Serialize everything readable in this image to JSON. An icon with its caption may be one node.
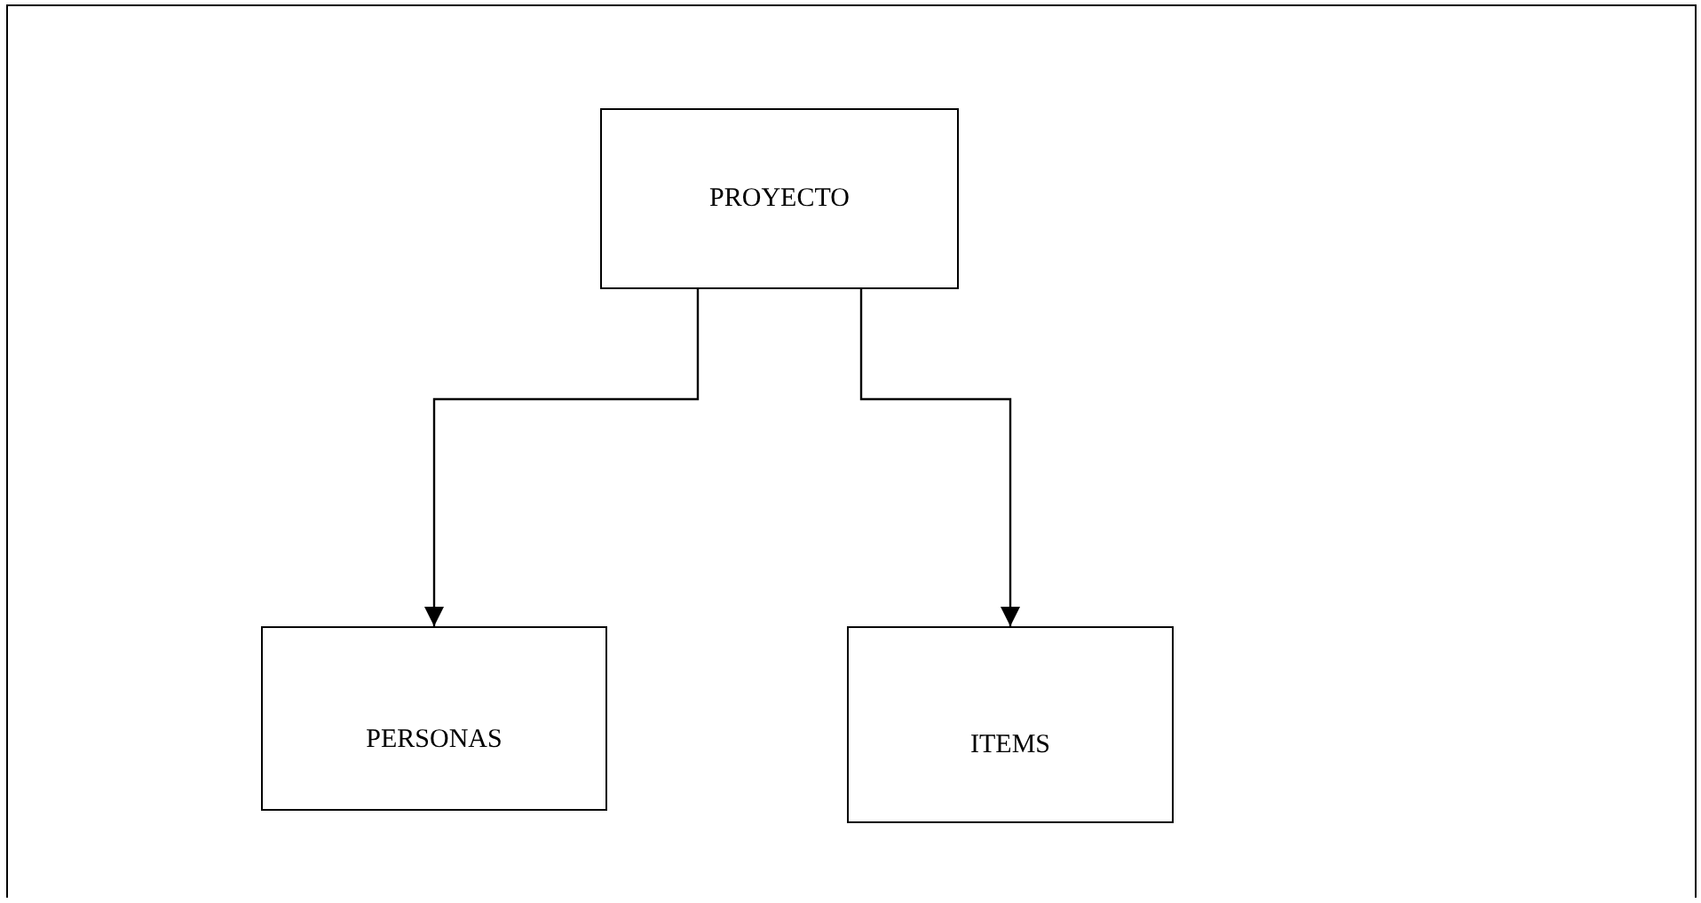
{
  "diagram": {
    "nodes": [
      {
        "text": [
          "PROYECTO"
        ]
      },
      {
        "text": [
          "PERSONAS"
        ]
      },
      {
        "text": [
          "ITEMS"
        ]
      }
    ],
    "edges": [
      {
        "from": 0,
        "to": 1,
        "arrow": "to"
      },
      {
        "from": 0,
        "to": 2,
        "arrow": "to"
      }
    ]
  }
}
